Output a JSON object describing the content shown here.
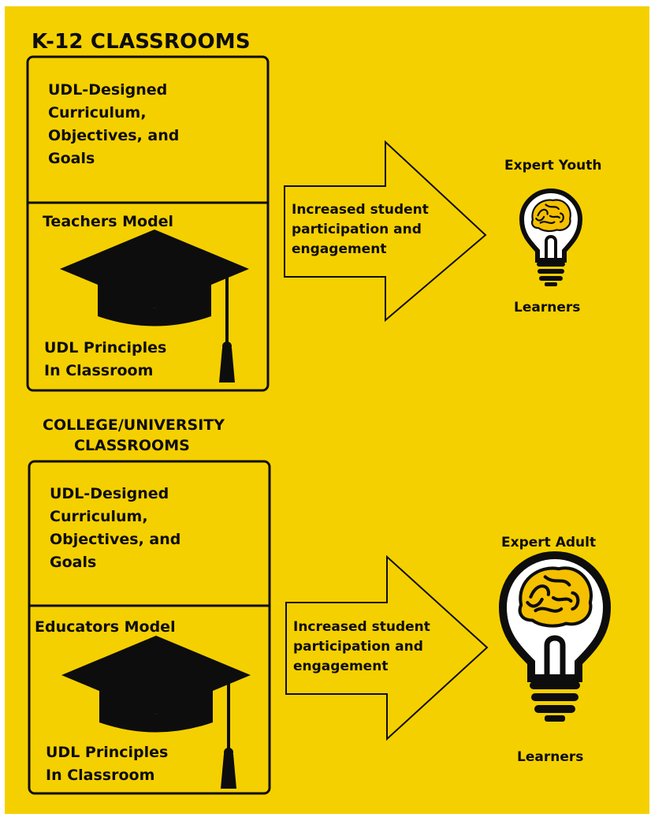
{
  "colors": {
    "background": "#f5d000",
    "ink": "#0d0d0d",
    "bulb_glass": "#ffffff"
  },
  "k12": {
    "heading": "K-12 CLASSROOMS",
    "curriculum": [
      "UDL-Designed",
      "Curriculum,",
      "Objectives, and",
      "Goals"
    ],
    "model_label": "Teachers Model",
    "principles": [
      "UDL Principles",
      "In Classroom"
    ],
    "arrow_text": [
      "Increased student",
      "participation and",
      "engagement"
    ],
    "learner_top": "Expert Youth",
    "learner_bottom": "Learners",
    "icons": {
      "cap": "graduation-cap-icon",
      "bulb": "lightbulb-brain-icon"
    }
  },
  "college": {
    "heading": [
      "COLLEGE/UNIVERSITY",
      "CLASSROOMS"
    ],
    "curriculum": [
      "UDL-Designed",
      "Curriculum,",
      "Objectives, and",
      "Goals"
    ],
    "model_label": "Educators Model",
    "principles": [
      "UDL Principles",
      "In Classroom"
    ],
    "arrow_text": [
      "Increased student",
      "participation and",
      "engagement"
    ],
    "learner_top": "Expert Adult",
    "learner_bottom": "Learners",
    "icons": {
      "cap": "graduation-cap-icon",
      "bulb": "lightbulb-brain-icon"
    }
  }
}
